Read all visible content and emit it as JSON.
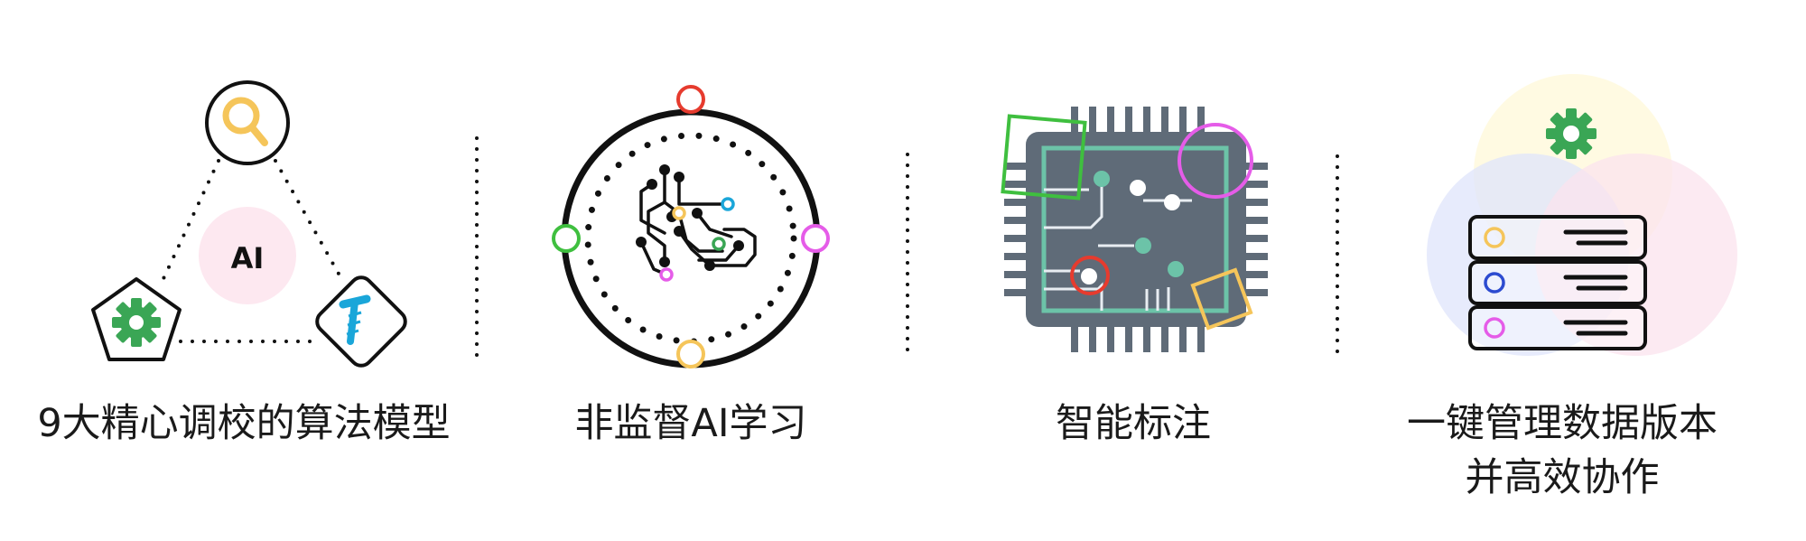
{
  "features": [
    {
      "id": "algorithms",
      "caption": "9大精心调校的算法模型",
      "badge": "AI"
    },
    {
      "id": "unsupervised",
      "caption": "非监督AI学习"
    },
    {
      "id": "annotation",
      "caption": "智能标注"
    },
    {
      "id": "versioning",
      "caption_line1": "一键管理数据版本",
      "caption_line2": "并高效协作"
    }
  ],
  "icons": [
    "search-icon",
    "gear-icon",
    "screw-icon",
    "circuit-icon",
    "chip-icon",
    "server-icon"
  ],
  "colors": {
    "ink": "#111111",
    "chip_body": "#5f6b78",
    "chip_trace": "#6cc3a8",
    "red": "#e63b2e",
    "green": "#3fbf3f",
    "magenta": "#e55ce8",
    "yellow": "#f5c55a",
    "blue": "#2c4bd0",
    "gear_green": "#3aa655",
    "screw_blue": "#1aa6d9"
  }
}
